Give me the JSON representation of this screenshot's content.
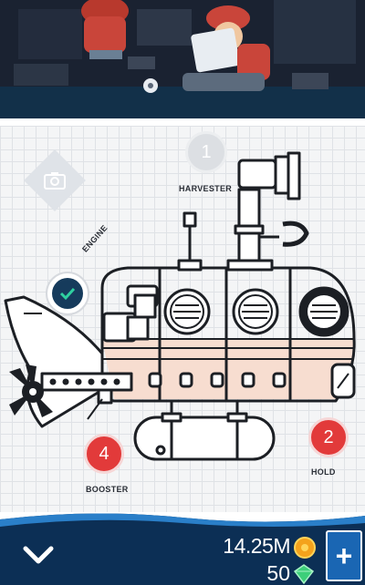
{
  "slots": {
    "harvester": {
      "number": "1",
      "label": "HARVESTER",
      "state": "locked"
    },
    "engine": {
      "label": "ENGINE",
      "state": "installed"
    },
    "hold": {
      "number": "2",
      "label": "HOLD",
      "state": "available"
    },
    "booster": {
      "number": "4",
      "label": "BOOSTER",
      "state": "available"
    }
  },
  "currency": {
    "money": "14.25M",
    "gems": "50"
  },
  "icons": {
    "collapse": "chevron-down-icon",
    "add": "plus-icon",
    "coin": "coin-icon",
    "gem": "gem-icon",
    "camera": "camera-icon",
    "check": "check-icon"
  },
  "colors": {
    "accent_red": "#e23a3a",
    "navy": "#0c2f55",
    "hull_fill": "#f7ddd0",
    "engine_badge": "#163b5c"
  }
}
